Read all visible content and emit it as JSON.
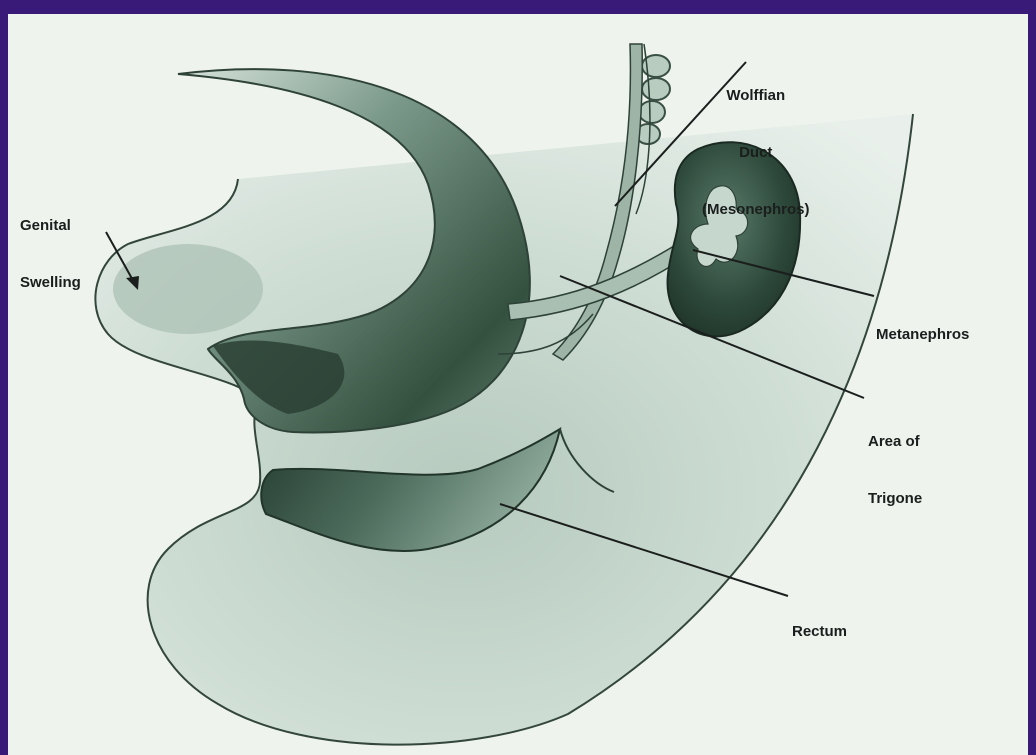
{
  "labels": {
    "genital_swelling": [
      "Genital",
      "Swelling"
    ],
    "wolffian_duct": [
      "Wolffian",
      "Duct",
      "(Mesonephros)"
    ],
    "metanephros": [
      "Metanephros"
    ],
    "area_of_trigone": [
      "Area of",
      "Trigone"
    ],
    "rectum": [
      "Rectum"
    ]
  },
  "colors": {
    "frame": "#3a1a78",
    "panel_background": "#eef3ee",
    "structure_dark": "#2f4a3e",
    "structure_mid": "#6f8f80",
    "structure_light": "#c9d8cf",
    "label_text": "#1a1e1c"
  }
}
